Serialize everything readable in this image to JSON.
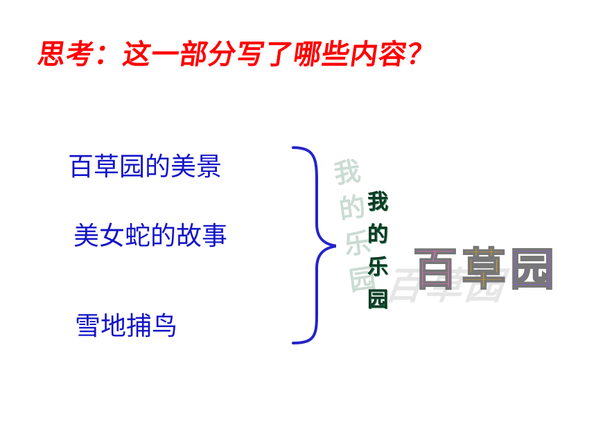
{
  "title": "思考：这一部分写了哪些内容？",
  "items": [
    "百草园的美景",
    "美女蛇的故事",
    "雪地捕鸟"
  ],
  "vertical_text": [
    "我",
    "的",
    "乐",
    "园"
  ],
  "logo_chars": [
    "百",
    "草",
    "园"
  ],
  "colors": {
    "title": "#ff0000",
    "items": "#1414c8",
    "brace": "#2424c8",
    "vertical_text": "#0f3a25",
    "logo": [
      "#ff66cc",
      "#ffaa00",
      "#9955ff"
    ]
  }
}
